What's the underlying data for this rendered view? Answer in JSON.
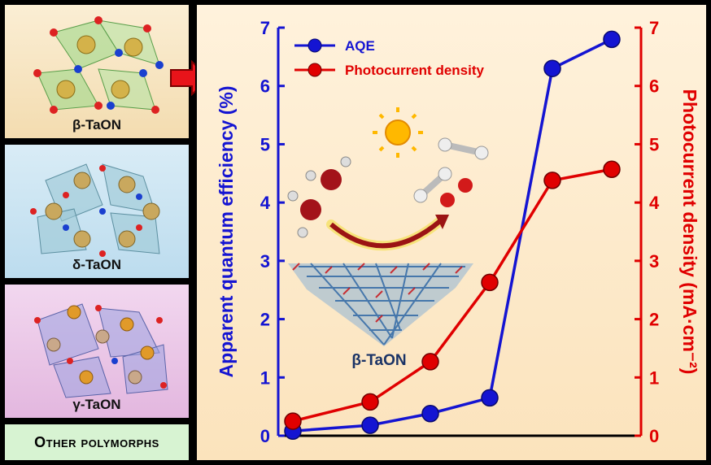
{
  "panels": {
    "beta_label": "β-TaON",
    "delta_label": "δ-TaON",
    "gamma_label": "γ-TaON",
    "other_label": "Other polymorphs"
  },
  "colors": {
    "aqe": "#1414d2",
    "photocurrent": "#e00000",
    "beta_bg": "#f3dcb0",
    "delta_bg": "#bcdcee",
    "gamma_bg": "#e3b7df",
    "other_bg": "#d7f3d2"
  },
  "chart_data": {
    "type": "line",
    "ylabel_left": "Apparent quantum efficiency (%)",
    "ylabel_right": "Photocurrent density (mA·cm⁻²)",
    "ylim_left": [
      0,
      7
    ],
    "ylim_right": [
      0,
      7
    ],
    "yticks_left": [
      "0",
      "1",
      "2",
      "3",
      "4",
      "5",
      "6",
      "7"
    ],
    "yticks_right": [
      "0",
      "1",
      "2",
      "3",
      "4",
      "5",
      "6",
      "7"
    ],
    "x": [
      1,
      2,
      3,
      4,
      5,
      6
    ],
    "series": [
      {
        "name": "AQE",
        "axis": "left",
        "values": [
          0.08,
          0.18,
          0.38,
          0.65,
          6.3,
          6.8
        ]
      },
      {
        "name": "Photocurrent density",
        "axis": "right",
        "values": [
          0.25,
          0.58,
          1.27,
          2.63,
          4.38,
          4.57
        ]
      }
    ],
    "legend": "top-left",
    "inset_label": "β-TaON"
  }
}
